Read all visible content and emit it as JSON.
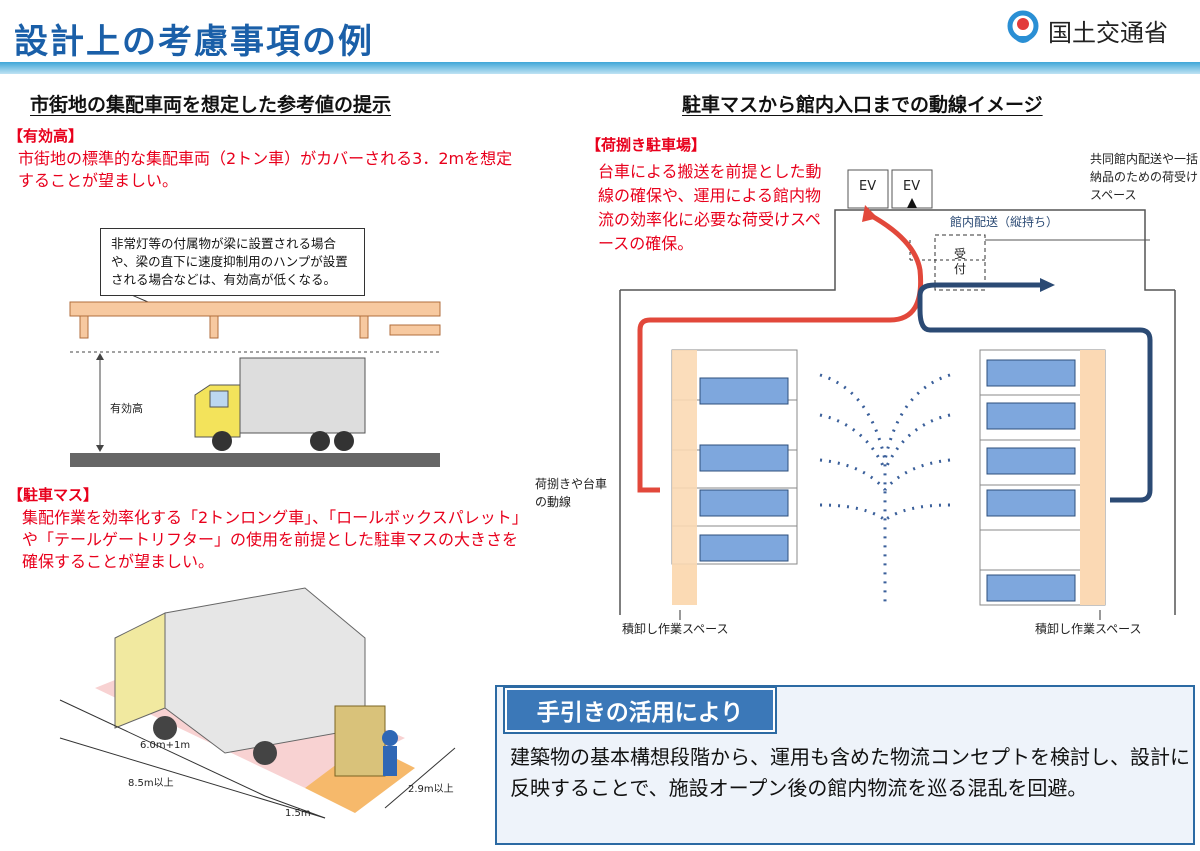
{
  "header": {
    "title": "設計上の考慮事項の例",
    "org": "国土交通省"
  },
  "left": {
    "heading": "市街地の集配車両を想定した参考値の提示",
    "height_tag": "【有効高】",
    "height_text": "市街地の標準的な集配車両（2トン車）がカバーされる3．2mを想定することが望ましい。",
    "callout": "非常灯等の付属物が梁に設置される場合や、梁の直下に速度抑制用のハンプが設置される場合などは、有効高が低くなる。",
    "height_label": "有効高",
    "parking_tag": "【駐車マス】",
    "parking_text": "集配作業を効率化する「2トンロング車」、「ロールボックスパレット」や「テールゲートリフター」の使用を前提とした駐車マスの大きさを確保することが望ましい。",
    "dim_length": "6.0m+1m",
    "dim_total": "8.5m以上",
    "dim_rear": "1.5m",
    "dim_width": "2.9m以上"
  },
  "right": {
    "heading": "駐車マスから館内入口までの動線イメージ",
    "loading_tag": "【荷捌き駐車場】",
    "loading_text": "台車による搬送を前提とした動線の確保や、運用による館内物流の効率化に必要な荷受けスペースの確保。",
    "ev1": "EV",
    "ev2": "EV",
    "shared_note": "共同館内配送や一括納品のための荷受けスペース",
    "indoor_delivery": "館内配送（縦持ち）",
    "reception": "受付",
    "cart_route": "荷捌きや台車の動線",
    "work_space_left": "積卸し作業スペース",
    "work_space_right": "積卸し作業スペース"
  },
  "summary": {
    "title": "手引きの活用により",
    "text": "建築物の基本構想段階から、運用も含めた物流コンセプトを検討し、設計に反映することで、施設オープン後の館内物流を巡る混乱を回避。"
  },
  "colors": {
    "title_blue": "#1a5fa8",
    "red": "#e8001c",
    "route_red": "#e2483b",
    "route_navy": "#2b4a74",
    "truck_blue": "#7ea7dd",
    "loading_orange": "#fbd9b4",
    "summary_blue": "#3b78b8"
  }
}
